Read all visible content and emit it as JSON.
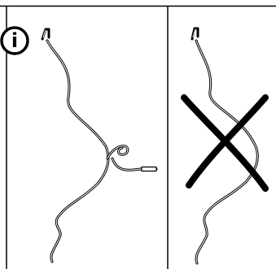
{
  "info_badge": {
    "letter": "i",
    "icon": "info-icon"
  },
  "panels": [
    {
      "id": "correct",
      "icons": [
        "hook-icon",
        "loop-icon",
        "wire-icon"
      ]
    },
    {
      "id": "incorrect",
      "icons": [
        "hook-icon",
        "wire-icon",
        "cross-icon"
      ]
    }
  ],
  "colors": {
    "line": "#000000",
    "background": "#ffffff"
  }
}
